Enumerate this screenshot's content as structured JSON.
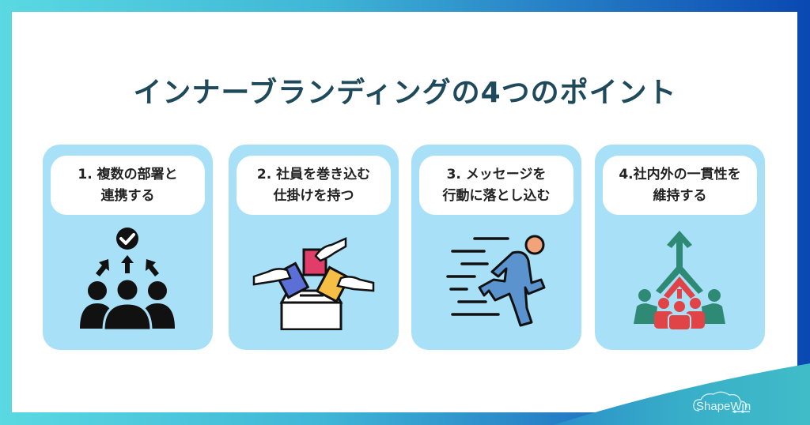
{
  "title": "インナーブランディングの4つのポイント",
  "colors": {
    "frame_left": "#5ad9e2",
    "frame_right": "#0a48b2",
    "card_bg": "#a8e0f8",
    "title_text": "#1f4a5c",
    "wave": "#3ab6c8"
  },
  "cards": [
    {
      "line1": "1. 複数の部署と",
      "line2": "連携する",
      "icon": "team-collaboration-icon"
    },
    {
      "line1": "2. 社員を巻き込む",
      "line2": "仕掛けを持つ",
      "icon": "ballot-box-icon"
    },
    {
      "line1": "3. メッセージを",
      "line2": "行動に落とし込む",
      "icon": "running-person-icon"
    },
    {
      "line1": "4.社内外の一貫性を",
      "line2": "維持する",
      "icon": "converging-groups-arrow-icon"
    }
  ],
  "logo": {
    "text": "ShapeWin"
  }
}
